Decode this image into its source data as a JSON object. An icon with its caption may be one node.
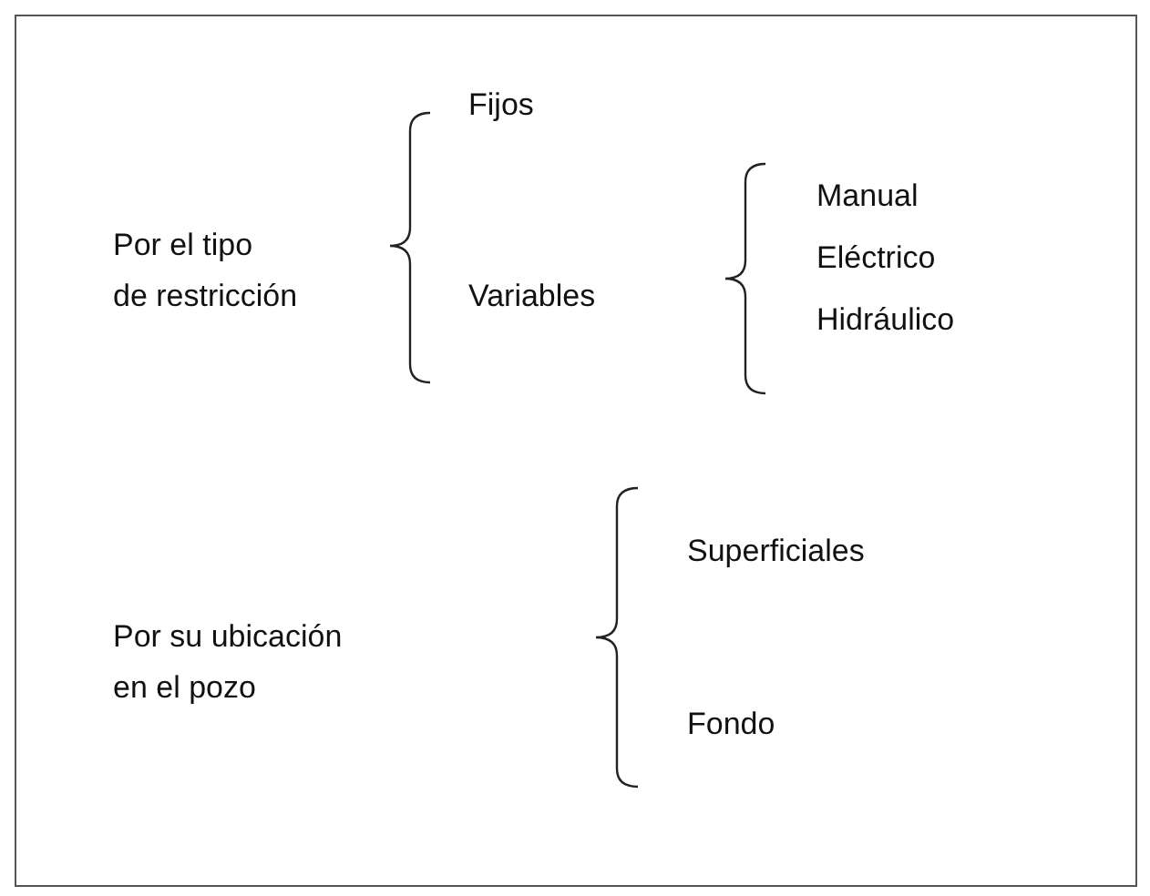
{
  "diagram": {
    "labels": [
      "Por el tipo de restricción",
      "Fijos",
      "Variables",
      "Manual",
      "Eléctrico",
      "Hidráulico",
      "Por su ubicación en el pozo",
      "Superficiales",
      "Fondo"
    ]
  }
}
